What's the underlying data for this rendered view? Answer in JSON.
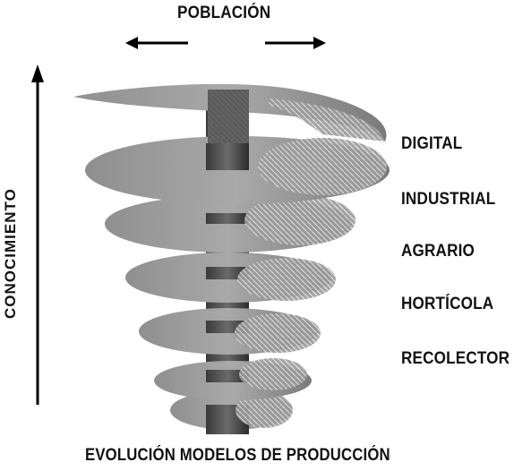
{
  "diagram": {
    "top_label": "POBLACIÓN",
    "side_label": "CONOCIMIENTO",
    "bottom_label": "EVOLUCIÓN MODELOS DE PRODUCCIÓN",
    "stages": [
      "DIGITAL",
      "INDUSTRIAL",
      "AGRARIO",
      "HORTÍCOLA",
      "RECOLECTOR"
    ]
  }
}
